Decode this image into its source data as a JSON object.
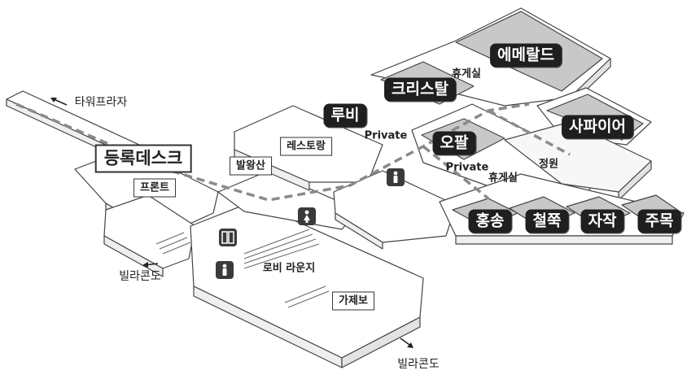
{
  "rooms": {
    "emerald": "에메랄드",
    "crystal": "크리스탈",
    "ruby": "루비",
    "opal": "오팔",
    "sapphire": "사파이어",
    "hongsong": "홍송",
    "cheoljjuk": "철쭉",
    "jajak": "자작",
    "jumok": "주목"
  },
  "labels": {
    "registration_desk": "등록데스크",
    "front": "프론트",
    "baekwangsan": "발왕산",
    "restaurant": "레스토랑",
    "private_1": "Private",
    "private_2": "Private",
    "lounge_1": "휴게실",
    "lounge_2": "휴게실",
    "garden": "정원",
    "lobby_lounge": "로비 라운지",
    "gajebo": "가제보"
  },
  "directions": {
    "tower_plaza": "타워프라자",
    "villa_condo_left": "빌라콘도",
    "villa_condo_bottom": "빌라콘도"
  },
  "colors": {
    "room_fill": "#c8c8c8",
    "label_dark": "#1f1f1f",
    "line": "#444444",
    "route": "#8a8a8a"
  },
  "icons": [
    "restroom-male-icon",
    "restroom-female-icon",
    "elevator-icon",
    "restroom-icon"
  ]
}
